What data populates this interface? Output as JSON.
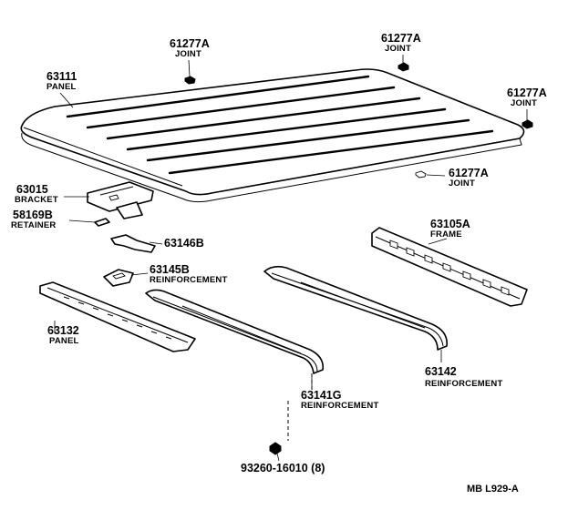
{
  "diagram": {
    "code": "MB  L929-A",
    "parts": [
      {
        "number": "61277A",
        "name": "JOINT"
      },
      {
        "number": "61277A",
        "name": "JOINT"
      },
      {
        "number": "61277A",
        "name": "JOINT"
      },
      {
        "number": "61277A",
        "name": "JOINT"
      },
      {
        "number": "63111",
        "name": "PANEL"
      },
      {
        "number": "63015",
        "name": "BRACKET"
      },
      {
        "number": "58169B",
        "name": "RETAINER"
      },
      {
        "number": "63146B",
        "name": ""
      },
      {
        "number": "63145B",
        "name": "REINFORCEMENT"
      },
      {
        "number": "63105A",
        "name": "FRAME"
      },
      {
        "number": "63132",
        "name": "PANEL"
      },
      {
        "number": "63141G",
        "name": "REINFORCEMENT"
      },
      {
        "number": "63142",
        "name": "REINFORCEMENT"
      },
      {
        "number": "93260-16010 (8)",
        "name": ""
      }
    ]
  }
}
